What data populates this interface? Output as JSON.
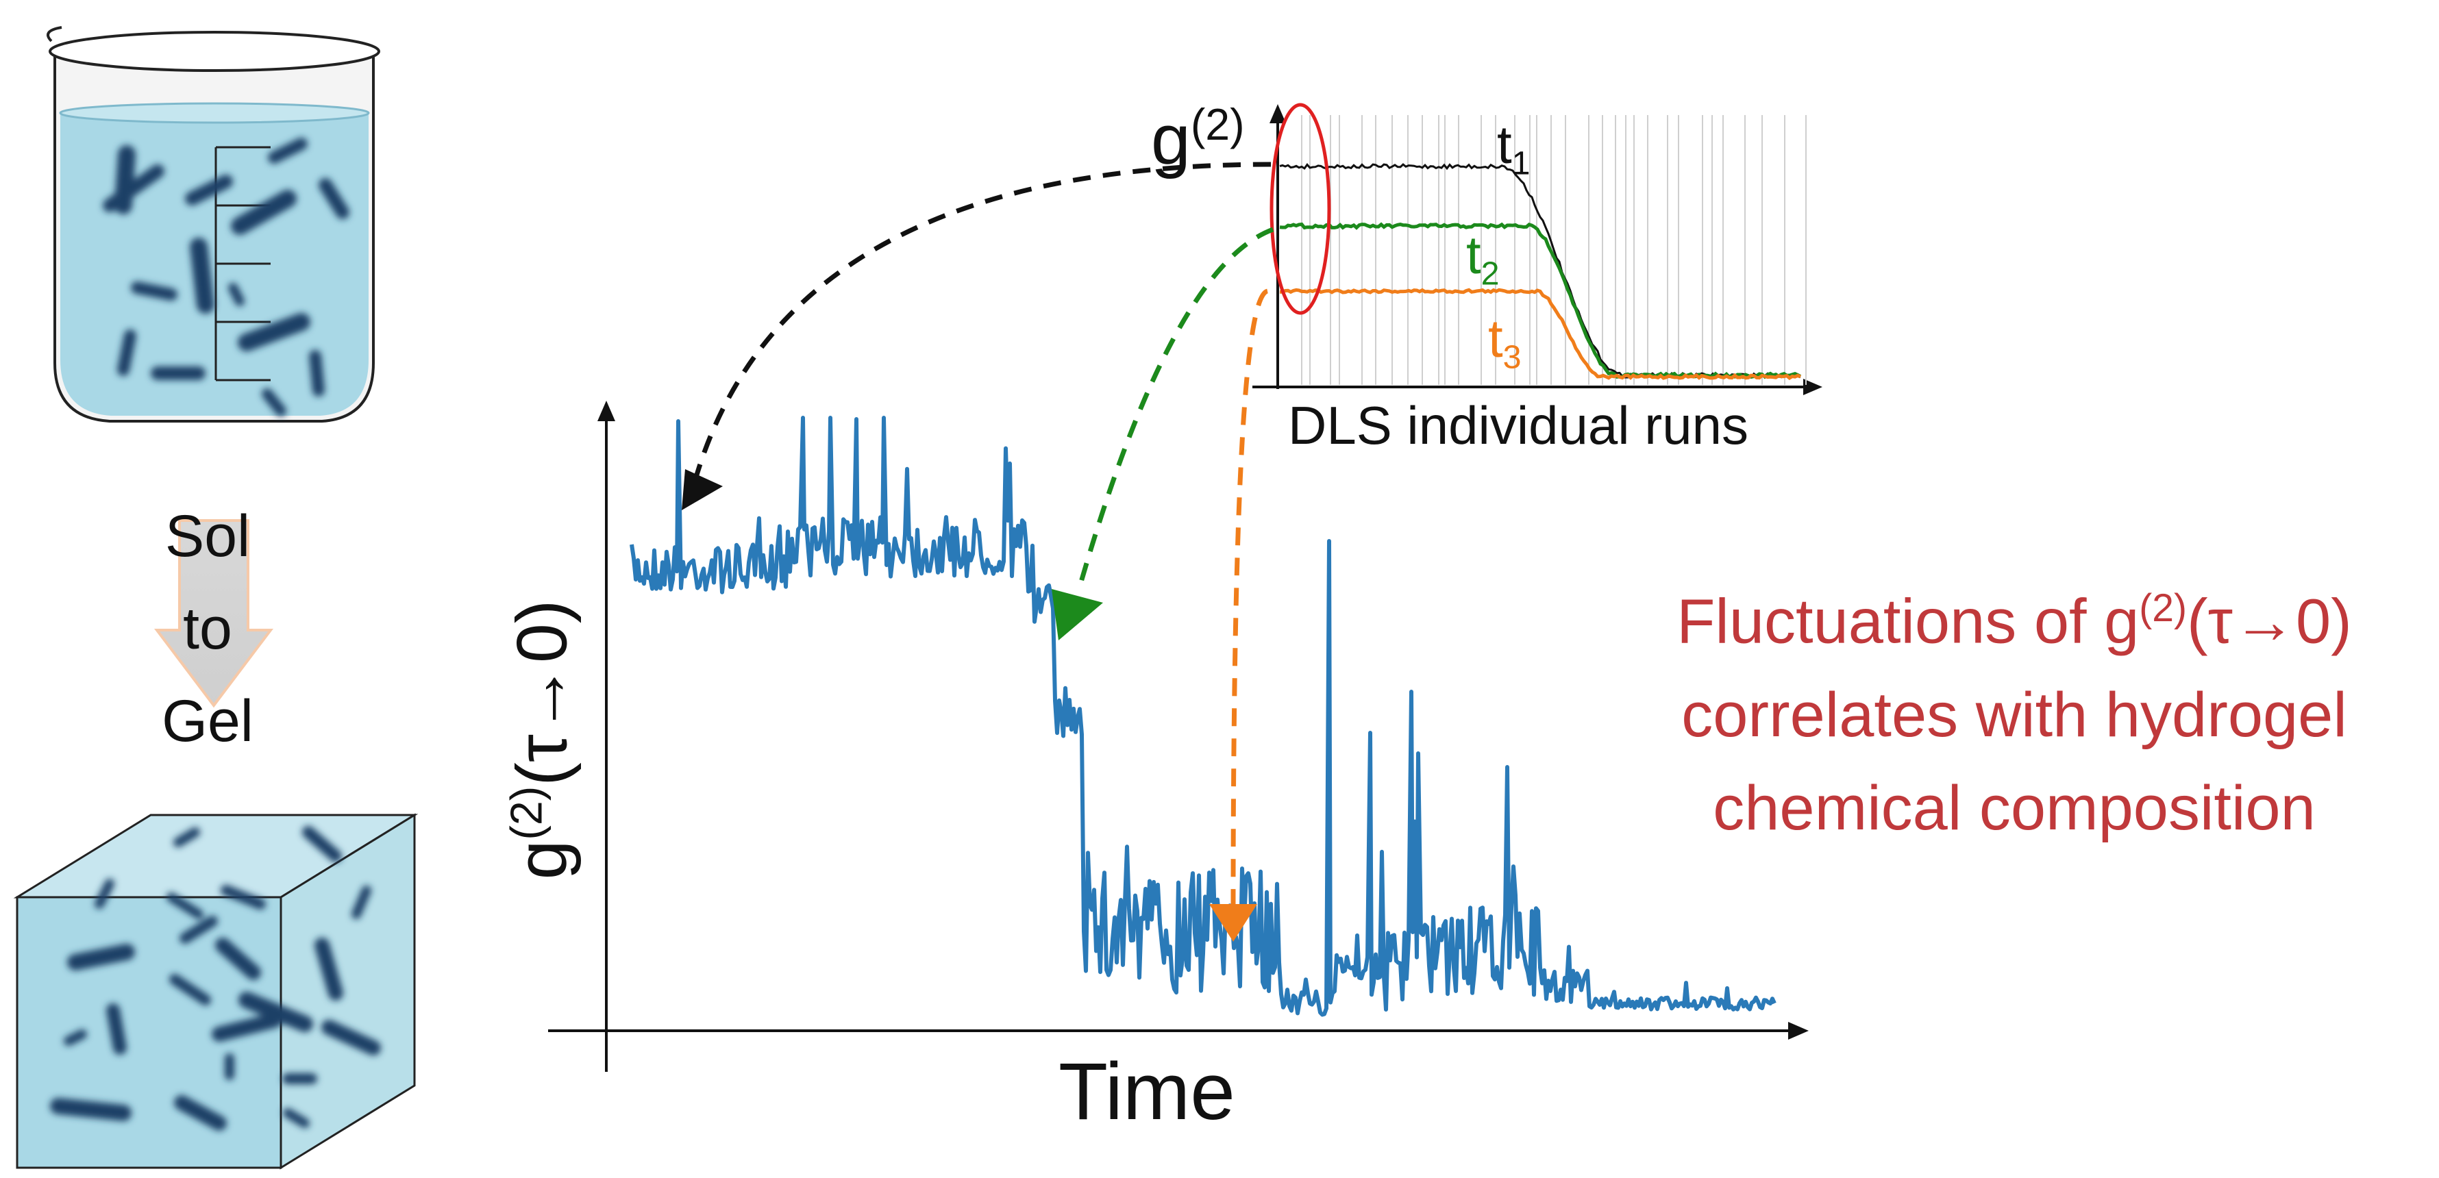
{
  "process": {
    "from": "Sol",
    "middle": "to",
    "to": "Gel"
  },
  "main_plot": {
    "ylabel_base": "g",
    "ylabel_sup": "(2)",
    "ylabel_tail": "(τ→0)",
    "xlabel": "Time",
    "series_color": "#2a7ab8"
  },
  "inset_plot": {
    "ylabel_base": "g",
    "ylabel_sup": "(2)",
    "xlabel": "DLS individual runs",
    "curves": [
      {
        "base": "t",
        "sub": "1",
        "color": "#111111"
      },
      {
        "base": "t",
        "sub": "2",
        "color": "#1c8a1c"
      },
      {
        "base": "t",
        "sub": "3",
        "color": "#f07d1a"
      }
    ],
    "highlight_color": "#e02020"
  },
  "statement": {
    "line1_text": "Fluctuations of g",
    "line1_sup": "(2)",
    "line1_tail": "(τ→0)",
    "line2": "correlates with hydrogel",
    "line3": "chemical composition",
    "color": "#c0393b"
  },
  "arrow_colors": {
    "black": "#111111",
    "green": "#1c8a1c",
    "orange": "#f07d1a"
  }
}
